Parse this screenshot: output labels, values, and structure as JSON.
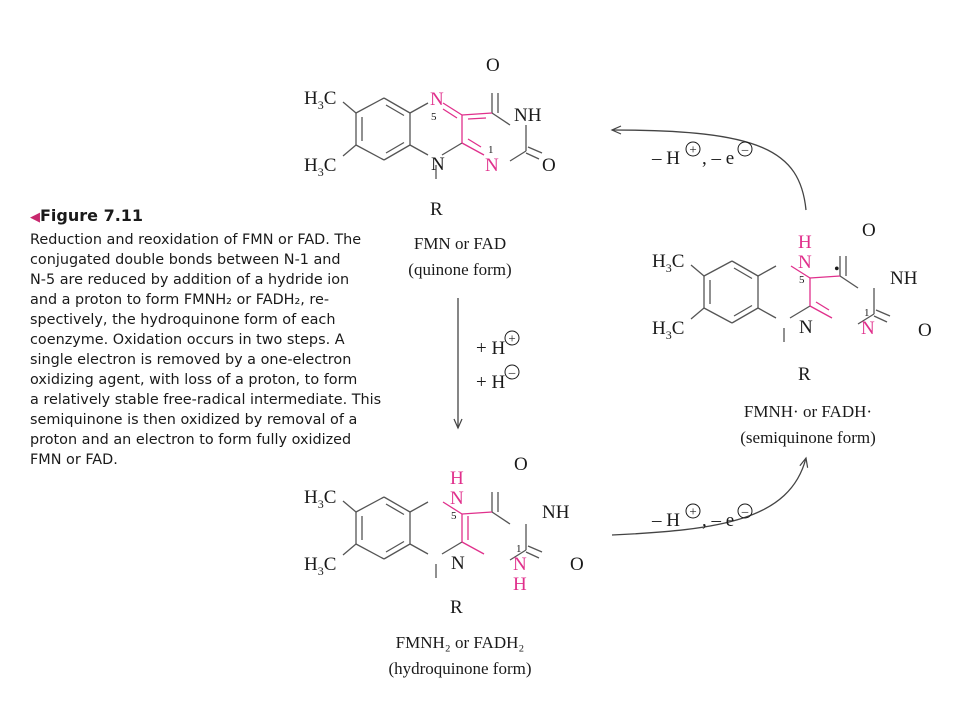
{
  "caption": {
    "figure_label": "Figure 7.11",
    "lines": [
      "Reduction and reoxidation of FMN or FAD. The",
      "conjugated double bonds between N-1 and",
      "N-5 are reduced by addition of a hydride ion",
      "and a proton to form FMNH₂ or FADH₂, re-",
      "spectively, the hydroquinone form of each",
      "coenzyme. Oxidation occurs in two steps. A",
      "single electron is removed by a one-electron",
      "oxidizing agent, with loss of a proton, to form",
      "a relatively stable free-radical intermediate. This",
      "semiquinone is then oxidized by removal of a",
      "proton and an electron to form fully oxidized",
      "FMN or FAD."
    ]
  },
  "molecules": {
    "top": {
      "name": "FMN or FAD",
      "form": "(quinone form)",
      "atoms": {
        "n5": "N",
        "n5_num": "5",
        "n1": "N",
        "n1_num": "1",
        "n10": "N",
        "nh": "NH",
        "o_top": "O",
        "o_right": "O",
        "r": "R",
        "methyl": "C"
      }
    },
    "right": {
      "name": "FMNH· or FADH·",
      "form": "(semiquinone form)",
      "radical_dot": "•",
      "atoms": {
        "h5": "H",
        "n5": "N",
        "n5_num": "5",
        "n1": "N",
        "n1_num": "1",
        "n10": "N",
        "nh": "NH",
        "o_top": "O",
        "o_right": "O",
        "r": "R",
        "methyl": "C"
      }
    },
    "bottom": {
      "name": "FMNH₂ or FADH₂",
      "form": "(hydroquinone form)",
      "atoms": {
        "h5": "H",
        "n5": "N",
        "n5_num": "5",
        "n1": "N",
        "n1_num": "1",
        "h1": "H",
        "n10": "N",
        "nh": "NH",
        "o_top": "O",
        "o_right": "O",
        "r": "R",
        "methyl": "C"
      }
    }
  },
  "arrows": {
    "down_reagent_1": "+ H",
    "down_reagent_2": "+ H",
    "bottom_right_reagent": "– H",
    "right_top_reagent": "– H",
    "electron": ", – e",
    "plus_symbol": "+",
    "minus_symbol": "–"
  },
  "colors": {
    "text": "#1a1a1a",
    "bond": "#555555",
    "highlight": "#e0308c",
    "caption_marker": "#c8286e"
  }
}
